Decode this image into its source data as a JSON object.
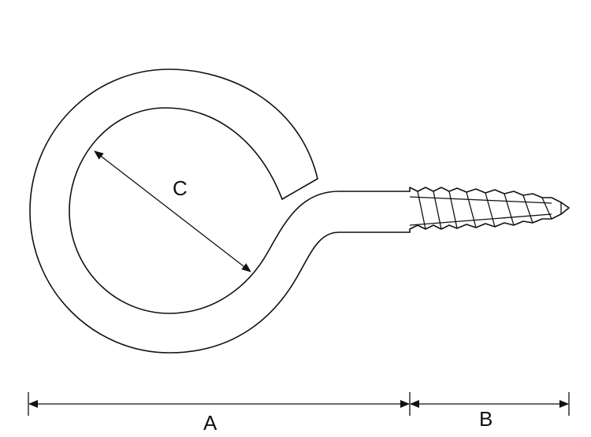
{
  "diagram": {
    "labels": {
      "c": "C",
      "a": "A",
      "b": "B"
    },
    "colors": {
      "line": "#111111",
      "background": "#ffffff"
    }
  }
}
